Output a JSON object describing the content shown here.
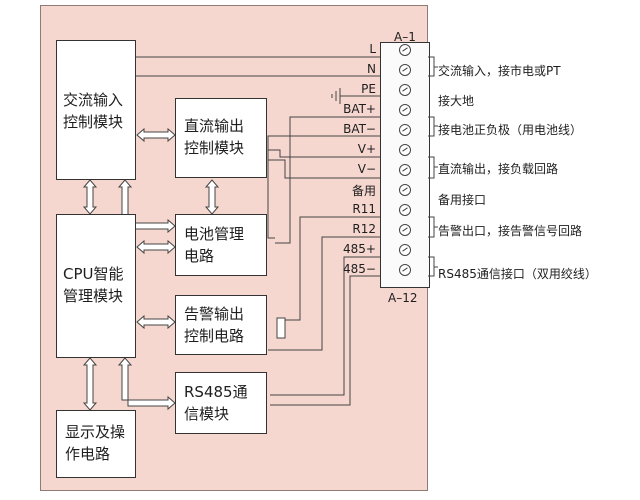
{
  "modules": {
    "ac_input": [
      "交流输入",
      "控制模块"
    ],
    "cpu": [
      "CPU智能",
      "管理模块"
    ],
    "display": [
      "显示及操",
      "作电路"
    ],
    "dc_output": [
      "直流输出",
      "控制模块"
    ],
    "battery": [
      "电池管理",
      "电路"
    ],
    "alarm": [
      "告警输出",
      "控制电路"
    ],
    "rs485": [
      "RS485通",
      "信模块"
    ]
  },
  "terminal_block": {
    "top_label": "A–1",
    "bottom_label": "A–12",
    "terminals": [
      "L",
      "N",
      "PE",
      "BAT+",
      "BAT−",
      "V+",
      "V−",
      "备用",
      "R11",
      "R12",
      "485+",
      "485−"
    ]
  },
  "descriptions": {
    "ac_input": "交流输入，接市电或PT",
    "ground": "接大地",
    "battery": "接电池正负极（用电池线）",
    "dc_output": "直流输出，接负载回路",
    "spare": "备用接口",
    "alarm": "告警出口，接告警信号回路",
    "rs485": "RS485通信接口（双用绞线）"
  }
}
